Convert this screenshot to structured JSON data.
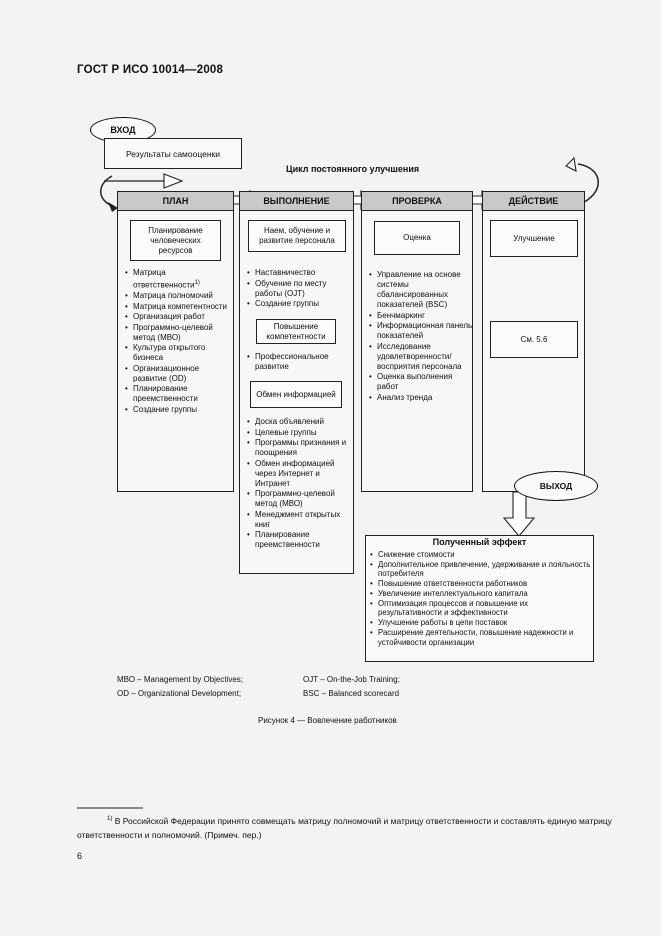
{
  "header": "ГОСТ Р ИСО 10014—2008",
  "input_label": "ВХОД",
  "self_assessment": "Результаты самооценки",
  "cycle_title": "Цикл постоянного улучшения",
  "output_label": "ВЫХОД",
  "columns": {
    "plan": {
      "title": "ПЛАН",
      "box": "Планирование человеческих ресурсов",
      "items": [
        "Матрица ответственности",
        "Матрица полномочий",
        "Матрица компетентности",
        "Организация работ",
        "Программно-целевой метод (МВО)",
        "Культура открытого бизнеса",
        "Организационное развитие (OD)",
        "Планирование преемственности",
        "Создание группы"
      ],
      "footnote_mark": "1)"
    },
    "do": {
      "title": "ВЫПОЛНЕНИЕ",
      "box1": "Наем, обучение и развитие персонала",
      "items1": [
        "Наставничество",
        "Обучение по месту работы (OJT)",
        "Создание группы"
      ],
      "box2": "Повышение компетентности",
      "items2": [
        "Профессиональное развитие"
      ],
      "box3": "Обмен информацией",
      "items3": [
        "Доска объявлений",
        "Целевые группы",
        "Программы признания и поощрения",
        "Обмен информацией через Интернет и Интранет",
        "Программно-целевой метод (МВО)",
        "Менеджмент открытых книг",
        "Планирование преемственности"
      ]
    },
    "check": {
      "title": "ПРОВЕРКА",
      "box": "Оценка",
      "items": [
        "Управление на основе системы сбалансированных показателей (BSC)",
        "Бенчмаркинг",
        "Информационная панель показателей",
        "Исследование удовлетворенности/ восприятия персонала",
        "Оценка выполнения работ",
        "Анализ тренда"
      ]
    },
    "act": {
      "title": "ДЕЙСТВИЕ",
      "box1": "Улучшение",
      "box2": "См. 5.6"
    }
  },
  "effect": {
    "title": "Полученный эффект",
    "items": [
      "Снижение стоимости",
      "Дополнительное привлечение, удерживание и лояльность потребителя",
      "Повышение ответственности работников",
      "Увеличение интеллектуального капитала",
      "Оптимизация процессов и повышение их результативности и эффективности",
      "Улучшение работы в цепи поставок",
      "Расширение деятельности, повышение надежности и устойчивости организации"
    ]
  },
  "legend": {
    "mbo": "МВО – Management by Objectives;",
    "ojt": "OJT – On-the-Job Training;",
    "od": "OD – Organizational Development;",
    "bsc": "BSC – Balanced scorecard"
  },
  "caption": "Рисунок 4 — Вовлечение работников",
  "footnote": {
    "mark": "1)",
    "text": "В Российской Федерации принято совмещать матрицу полномочий и матрицу ответственности и составлять единую матрицу ответственности и полномочий. (Примеч. пер.)"
  },
  "page_number": "6"
}
